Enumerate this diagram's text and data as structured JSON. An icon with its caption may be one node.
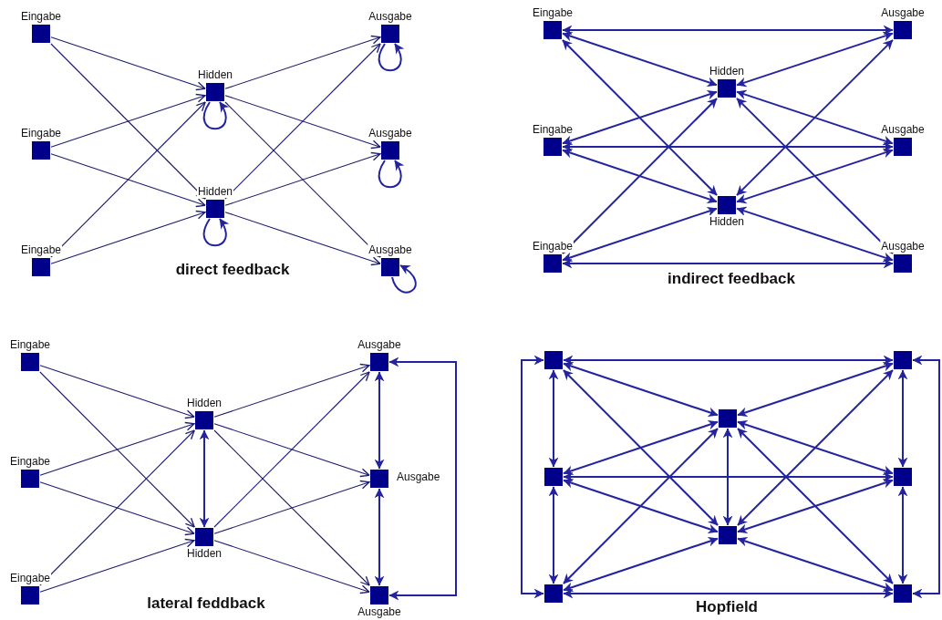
{
  "diagram": {
    "nodes": [
      {
        "text": [
          "Eingabe"
        ]
      },
      {
        "text": [
          "Eingabe"
        ]
      },
      {
        "text": [
          "Eingabe"
        ]
      },
      {
        "text": [
          "Hidden"
        ]
      },
      {
        "text": [
          "Hidden"
        ]
      },
      {
        "text": [
          "Ausgabe"
        ]
      },
      {
        "text": [
          "Ausgabe"
        ]
      },
      {
        "text": [
          "Ausgabe"
        ]
      },
      {
        "text": [
          "Eingabe"
        ]
      },
      {
        "text": [
          "Eingabe"
        ]
      },
      {
        "text": [
          "Eingabe"
        ]
      },
      {
        "text": [
          "Hidden"
        ]
      },
      {
        "text": [
          "Hidden"
        ]
      },
      {
        "text": [
          "Ausgabe"
        ]
      },
      {
        "text": [
          "Ausgabe"
        ]
      },
      {
        "text": [
          "Ausgabe"
        ]
      },
      {
        "text": [
          "Eingabe"
        ]
      },
      {
        "text": [
          "Eingabe"
        ]
      },
      {
        "text": [
          "Eingabe"
        ]
      },
      {
        "text": [
          "Hidden"
        ]
      },
      {
        "text": [
          "Hidden"
        ]
      },
      {
        "text": [
          "Ausgabe"
        ]
      },
      {
        "text": [
          "Ausgabe"
        ]
      },
      {
        "text": [
          "Ausgabe"
        ]
      },
      {
        "text": [],
        "shape": "box"
      },
      {
        "text": [],
        "shape": "box"
      },
      {
        "text": [],
        "shape": "box"
      },
      {
        "text": [],
        "shape": "box"
      },
      {
        "text": [],
        "shape": "box"
      },
      {
        "text": [],
        "shape": "box"
      },
      {
        "text": [],
        "shape": "box"
      },
      {
        "text": [],
        "shape": "box"
      }
    ],
    "edges": [
      {
        "from": 0,
        "to": 3,
        "arrow": "to"
      },
      {
        "from": 0,
        "to": 4,
        "arrow": "to"
      },
      {
        "from": 1,
        "to": 3,
        "arrow": "to"
      },
      {
        "from": 1,
        "to": 4,
        "arrow": "to"
      },
      {
        "from": 2,
        "to": 3,
        "arrow": "to"
      },
      {
        "from": 2,
        "to": 4,
        "arrow": "to"
      },
      {
        "from": 3,
        "to": 5,
        "arrow": "to"
      },
      {
        "from": 3,
        "to": 6,
        "arrow": "to"
      },
      {
        "from": 3,
        "to": 7,
        "arrow": "to"
      },
      {
        "from": 4,
        "to": 5,
        "arrow": "to"
      },
      {
        "from": 4,
        "to": 6,
        "arrow": "to"
      },
      {
        "from": 4,
        "to": 7,
        "arrow": "to"
      },
      {
        "from": 3,
        "to": 3,
        "arrow": "to"
      },
      {
        "from": 4,
        "to": 4,
        "arrow": "to"
      },
      {
        "from": 5,
        "to": 5,
        "arrow": "to"
      },
      {
        "from": 6,
        "to": 6,
        "arrow": "to"
      },
      {
        "from": 7,
        "to": 7,
        "arrow": "to"
      },
      {
        "from": 8,
        "to": 11,
        "arrow": "both"
      },
      {
        "from": 8,
        "to": 12,
        "arrow": "both"
      },
      {
        "from": 9,
        "to": 11,
        "arrow": "both"
      },
      {
        "from": 9,
        "to": 12,
        "arrow": "both"
      },
      {
        "from": 10,
        "to": 11,
        "arrow": "both"
      },
      {
        "from": 10,
        "to": 12,
        "arrow": "both"
      },
      {
        "from": 11,
        "to": 13,
        "arrow": "both"
      },
      {
        "from": 11,
        "to": 14,
        "arrow": "both"
      },
      {
        "from": 11,
        "to": 15,
        "arrow": "both"
      },
      {
        "from": 12,
        "to": 13,
        "arrow": "both"
      },
      {
        "from": 12,
        "to": 14,
        "arrow": "both"
      },
      {
        "from": 12,
        "to": 15,
        "arrow": "both"
      },
      {
        "from": 8,
        "to": 13,
        "arrow": "both"
      },
      {
        "from": 9,
        "to": 14,
        "arrow": "both"
      },
      {
        "from": 10,
        "to": 15,
        "arrow": "both"
      },
      {
        "from": 16,
        "to": 19,
        "arrow": "to"
      },
      {
        "from": 16,
        "to": 20,
        "arrow": "to"
      },
      {
        "from": 17,
        "to": 19,
        "arrow": "to"
      },
      {
        "from": 17,
        "to": 20,
        "arrow": "to"
      },
      {
        "from": 18,
        "to": 19,
        "arrow": "to"
      },
      {
        "from": 18,
        "to": 20,
        "arrow": "to"
      },
      {
        "from": 19,
        "to": 21,
        "arrow": "to"
      },
      {
        "from": 19,
        "to": 22,
        "arrow": "to"
      },
      {
        "from": 19,
        "to": 23,
        "arrow": "to"
      },
      {
        "from": 20,
        "to": 21,
        "arrow": "to"
      },
      {
        "from": 20,
        "to": 22,
        "arrow": "to"
      },
      {
        "from": 20,
        "to": 23,
        "arrow": "to"
      },
      {
        "from": 19,
        "to": 20,
        "arrow": "both"
      },
      {
        "from": 21,
        "to": 22,
        "arrow": "both"
      },
      {
        "from": 22,
        "to": 23,
        "arrow": "both"
      },
      {
        "from": 21,
        "to": 23,
        "arrow": "both"
      },
      {
        "from": 24,
        "to": 25,
        "arrow": "both"
      },
      {
        "from": 25,
        "to": 26,
        "arrow": "both"
      },
      {
        "from": 24,
        "to": 26,
        "arrow": "both"
      },
      {
        "from": 27,
        "to": 28,
        "arrow": "both"
      },
      {
        "from": 29,
        "to": 30,
        "arrow": "both"
      },
      {
        "from": 30,
        "to": 31,
        "arrow": "both"
      },
      {
        "from": 29,
        "to": 31,
        "arrow": "both"
      },
      {
        "from": 24,
        "to": 29,
        "arrow": "both"
      },
      {
        "from": 25,
        "to": 30,
        "arrow": "both"
      },
      {
        "from": 26,
        "to": 31,
        "arrow": "both"
      },
      {
        "from": 24,
        "to": 27,
        "arrow": "both"
      },
      {
        "from": 24,
        "to": 28,
        "arrow": "both"
      },
      {
        "from": 25,
        "to": 27,
        "arrow": "both"
      },
      {
        "from": 25,
        "to": 28,
        "arrow": "both"
      },
      {
        "from": 26,
        "to": 27,
        "arrow": "both"
      },
      {
        "from": 26,
        "to": 28,
        "arrow": "both"
      },
      {
        "from": 27,
        "to": 29,
        "arrow": "both"
      },
      {
        "from": 27,
        "to": 30,
        "arrow": "both"
      },
      {
        "from": 27,
        "to": 31,
        "arrow": "both"
      },
      {
        "from": 28,
        "to": 29,
        "arrow": "both"
      },
      {
        "from": 28,
        "to": 30,
        "arrow": "both"
      },
      {
        "from": 28,
        "to": 31,
        "arrow": "both"
      }
    ],
    "labels": [
      "direct feedback",
      "indirect feedback",
      "lateral feddback",
      "Hopfield"
    ]
  }
}
